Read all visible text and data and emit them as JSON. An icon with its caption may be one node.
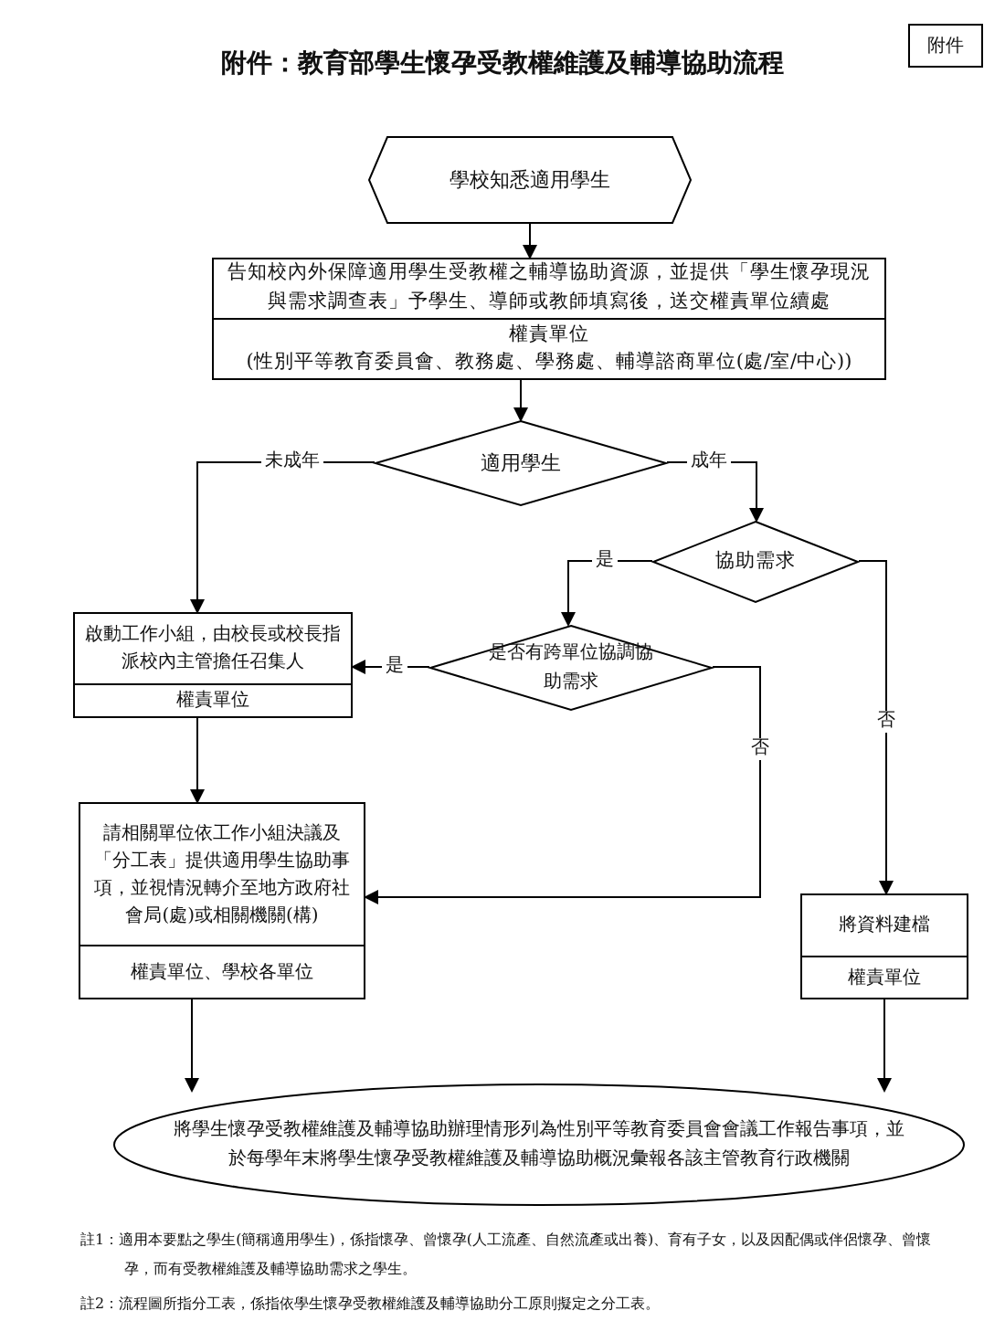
{
  "diagram": {
    "title": "附件：教育部學生懷孕受教權維護及輔導協助流程",
    "nodes": [
      {
        "text": [
          "學校知悉適用學生"
        ]
      },
      {
        "text": [
          "告知校內外保障適用學生受教權之輔導協助資源，並提供「學生懷孕現況與需求調查表」予學生、導師或教師填寫後，送交權責單位續處",
          "權責單位",
          "(性別平等教育委員會、教務處、學務處、輔導諮商單位(處/室/中心))"
        ]
      },
      {
        "text": [
          "適用學生"
        ]
      },
      {
        "text": [
          "協助需求"
        ]
      },
      {
        "text": [
          "是否有跨單位協調協助需求"
        ]
      },
      {
        "text": [
          "啟動工作小組，由校長或校長指派校內主管擔任召集人",
          "權責單位"
        ]
      },
      {
        "text": [
          "請相關單位依工作小組決議及「分工表」提供適用學生協助事項，並視情況轉介至地方政府社會局(處)或相關機關(構)",
          "權責單位、學校各單位"
        ]
      },
      {
        "text": [
          "將資料建檔",
          "權責單位"
        ]
      },
      {
        "text": [
          "將學生懷孕受教權維護及輔導協助辦理情形列為性別平等教育委員會會議工作報告事項，並於每學年末將學生懷孕受教權維護及輔導協助概況彙報各該主管教育行政機關"
        ]
      }
    ],
    "edges": [
      {
        "from": 0,
        "to": 1,
        "arrow": "to"
      },
      {
        "from": 1,
        "to": 2,
        "arrow": "to"
      },
      {
        "from": 2,
        "to": 5,
        "arrow": "to",
        "label": "未成年"
      },
      {
        "from": 2,
        "to": 3,
        "arrow": "to",
        "label": "成年"
      },
      {
        "from": 3,
        "to": 4,
        "arrow": "to",
        "label": "是"
      },
      {
        "from": 3,
        "to": 7,
        "arrow": "to",
        "label": "否"
      },
      {
        "from": 4,
        "to": 5,
        "arrow": "to",
        "label": "是"
      },
      {
        "from": 4,
        "to": 6,
        "arrow": "to",
        "label": "否"
      },
      {
        "from": 5,
        "to": 6,
        "arrow": "to"
      },
      {
        "from": 6,
        "to": 8,
        "arrow": "to"
      },
      {
        "from": 7,
        "to": 8,
        "arrow": "to"
      }
    ],
    "labels": [
      "附件",
      "註1：適用本要點之學生(簡稱適用學生)，係指懷孕、曾懷孕(人工流產、自然流產或出養)、育有子女，以及因配偶或伴侶懷孕、曾懷孕，而有受教權維護及輔導協助需求之學生。",
      "註2：流程圖所指分工表，係指依學生懷孕受教權維護及輔導協助分工原則擬定之分工表。"
    ]
  }
}
